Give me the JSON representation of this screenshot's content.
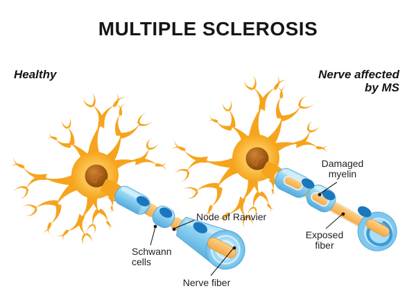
{
  "title": "MULTIPLE SCLEROSIS",
  "headings": {
    "left": "Healthy",
    "right": "Nerve affected by MS"
  },
  "labels": {
    "node_of_ranvier": "Node of Ranvier",
    "schwann_cells": "Schwann cells",
    "nerve_fiber": "Nerve fiber",
    "damaged_myelin": "Damaged myelin",
    "exposed_fiber": "Exposed fiber"
  },
  "colors": {
    "background": "#ffffff",
    "text": "#1d1d1b",
    "neuron_body": "#f6a41d",
    "neuron_center_glow": "#ffe18e",
    "nucleus": "#8a4a10",
    "myelin_blue": "#8ed2f2",
    "myelin_shadow": "#54a9da",
    "schwann_nucleus_blue": "#1b77bd",
    "nerve_fiber_orange": "#f9b257"
  }
}
